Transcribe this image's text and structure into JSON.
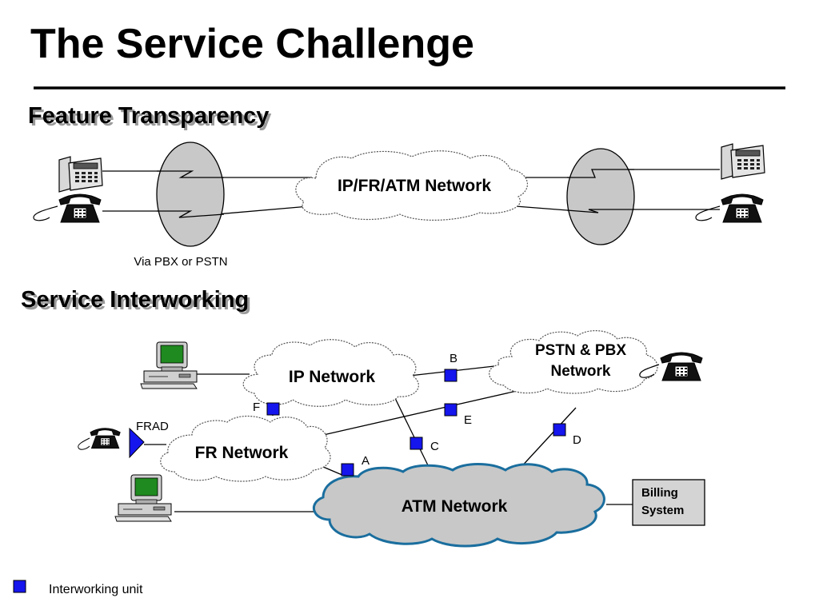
{
  "slide": {
    "title": "The Service Challenge"
  },
  "feature_transparency": {
    "heading": "Feature Transparency",
    "network_label": "IP/FR/ATM Network",
    "caption": "Via PBX or PSTN"
  },
  "service_interworking": {
    "heading": "Service Interworking",
    "ip_network": "IP Network",
    "pstn_network_line1": "PSTN & PBX",
    "pstn_network_line2": "Network",
    "fr_network": "FR Network",
    "atm_network": "ATM Network",
    "frad_label": "FRAD",
    "billing_line1": "Billing",
    "billing_line2": "System",
    "units": {
      "a": "A",
      "b": "B",
      "c": "C",
      "d": "D",
      "e": "E",
      "f": "F"
    }
  },
  "legend": {
    "label": "Interworking unit"
  },
  "colors": {
    "interworking_unit": "#1515ee",
    "atm_cloud_fill": "#c8c8c8",
    "atm_cloud_border": "#1a6e9e",
    "pbx_ellipse_fill": "#c8c8c8",
    "monitor_screen": "#1f8a1f"
  }
}
